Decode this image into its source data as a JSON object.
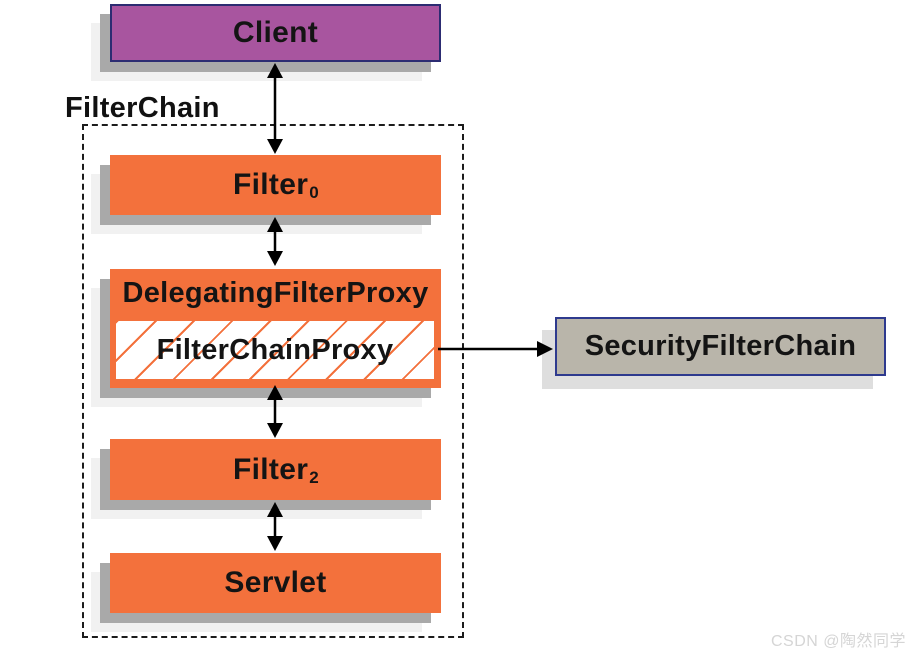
{
  "diagram": {
    "container_label": "FilterChain",
    "nodes": {
      "client": {
        "label": "Client"
      },
      "filter0": {
        "label": "Filter",
        "subscript": "0"
      },
      "delegating_filter_proxy": {
        "label": "DelegatingFilterProxy"
      },
      "filter_chain_proxy": {
        "label": "FilterChainProxy"
      },
      "filter2": {
        "label": "Filter",
        "subscript": "2"
      },
      "servlet": {
        "label": "Servlet"
      },
      "security_filter_chain": {
        "label": "SecurityFilterChain"
      }
    },
    "colors": {
      "orange": "#f3713c",
      "purple": "#a8559f",
      "taupe": "#b9b5aa",
      "navy_border": "#2e3a8e",
      "client_border": "#2c2c72",
      "shadow_dark": "#a9a9a9",
      "shadow_light": "#f1f1f1",
      "hatch": "#f3713c",
      "arrow": "#000000"
    },
    "watermark": "CSDN @陶然同学"
  }
}
